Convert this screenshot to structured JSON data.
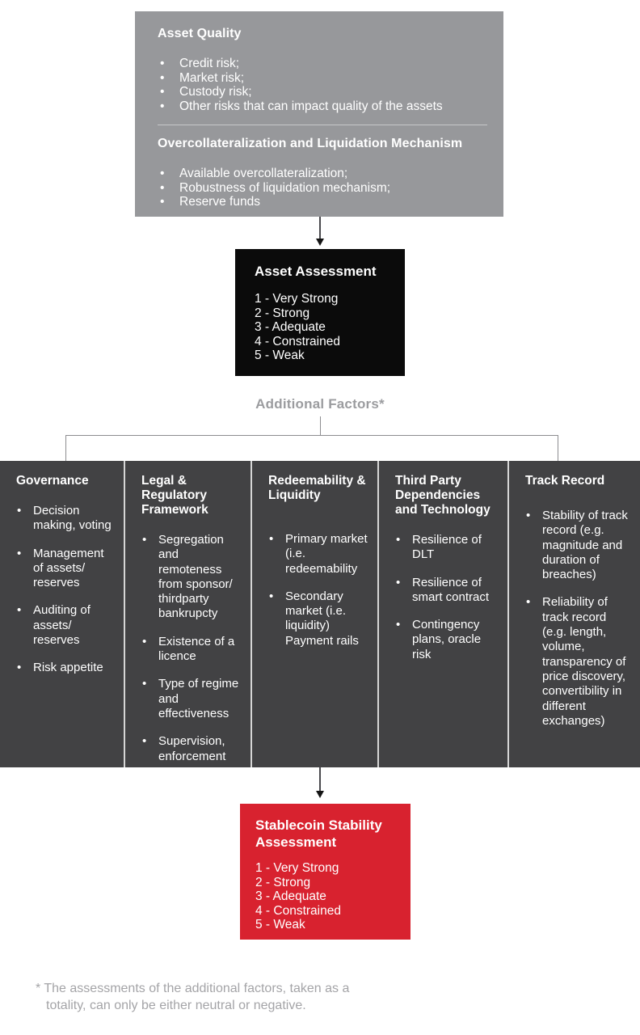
{
  "colors": {
    "top_box": "#97989b",
    "assessment_box": "#0b0b0b",
    "factor_columns": "#424244",
    "stablecoin_box": "#d8222f"
  },
  "top_box": {
    "sections": [
      {
        "title": "Asset Quality",
        "items": [
          "Credit risk;",
          "Market risk;",
          "Custody risk;",
          "Other risks that can impact quality of the assets"
        ]
      },
      {
        "title": "Overcollateralization and Liquidation Mechanism",
        "items": [
          "Available overcollateralization;",
          "Robustness of liquidation mechanism;",
          "Reserve funds"
        ]
      }
    ]
  },
  "asset_assessment": {
    "title": "Asset Assessment",
    "scale": [
      "1 - Very Strong",
      "2 - Strong",
      "3 - Adequate",
      "4 - Constrained",
      "5 - Weak"
    ]
  },
  "additional_factors_label": "Additional Factors*",
  "columns": [
    {
      "title": "Governance",
      "items": [
        "Decision making, voting",
        "Management of assets/ reserves",
        "Auditing of assets/ reserves",
        "Risk appetite"
      ]
    },
    {
      "title": "Legal & Regulatory Framework",
      "items": [
        "Segregation and remoteness from sponsor/ thirdparty bankrupcty",
        "Existence of a licence",
        "Type of regime and effectiveness",
        "Supervision, enforcement"
      ]
    },
    {
      "title": "Redeemability & Liquidity",
      "items": [
        "Primary market (i.e. redeemability",
        "Secondary market (i.e. liquidity) Payment rails"
      ]
    },
    {
      "title": "Third Party Dependencies and Technology",
      "items": [
        "Resilience of DLT",
        "Resilience of smart contract",
        "Contingency plans, oracle risk"
      ]
    },
    {
      "title": "Track Record",
      "items": [
        "Stability of track record (e.g. magnitude and duration of breaches)",
        "Reliability of track record (e.g. length, volume, transparency of price discovery, convertibility in different exchanges)"
      ]
    }
  ],
  "stablecoin_assessment": {
    "title": "Stablecoin Stability Assessment",
    "scale": [
      "1 - Very Strong",
      "2 - Strong",
      "3 - Adequate",
      "4 - Constrained",
      "5 - Weak"
    ]
  },
  "footnote": "* The assessments of the additional factors, taken as a totality, can only be either neutral or negative."
}
